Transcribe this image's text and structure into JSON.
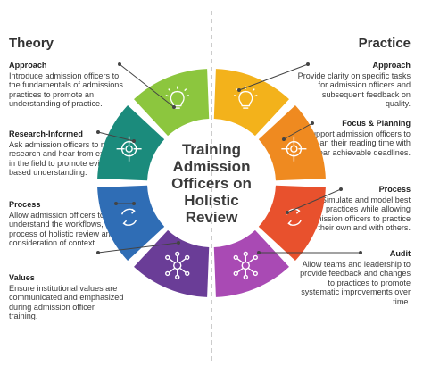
{
  "theory": {
    "title": "Theory",
    "items": [
      {
        "heading": "Approach",
        "text": "Introduce admission officers to the fundamentals of admissions practices to promote an understanding of practice.",
        "icon": "lightbulb-icon",
        "color": "#8cc63e"
      },
      {
        "heading": "Research-Informed",
        "text": "Ask admission officers to read research and hear from experts in the field to promote evidence-based understanding.",
        "icon": "target-icon",
        "color": "#1b8b7c"
      },
      {
        "heading": "Process",
        "text": "Allow admission officers to understand the workflows, the process of holistic review and consideration of context.",
        "icon": "cycle-icon",
        "color": "#2f6db5"
      },
      {
        "heading": "Values",
        "text": "Ensure institutional values are communicated and emphasized during admission officer training.",
        "icon": "network-icon",
        "color": "#6a3d97"
      }
    ]
  },
  "practice": {
    "title": "Practice",
    "items": [
      {
        "heading": "Approach",
        "text": "Provide clarity on specific tasks for admission officers and subsequent feedback on quality.",
        "icon": "lightbulb-icon",
        "color": "#f3b21b"
      },
      {
        "heading": "Focus & Planning",
        "text": "Support admission officers to plan their reading time with clear achievable deadlines.",
        "icon": "target-icon",
        "color": "#ef8a20"
      },
      {
        "heading": "Process",
        "text": "Simulate and model best practices while allowing admission officers to practice on their own and with others.",
        "icon": "cycle-icon",
        "color": "#e8512d"
      },
      {
        "heading": "Audit",
        "text": "Allow teams and leadership to provide feedback and changes to practices to promote systematic improvements over time.",
        "icon": "network-icon",
        "color": "#a94ab4"
      }
    ]
  },
  "center": {
    "title_lines": [
      "Training",
      "Admission",
      "Officers on",
      "Holistic",
      "Review"
    ]
  }
}
